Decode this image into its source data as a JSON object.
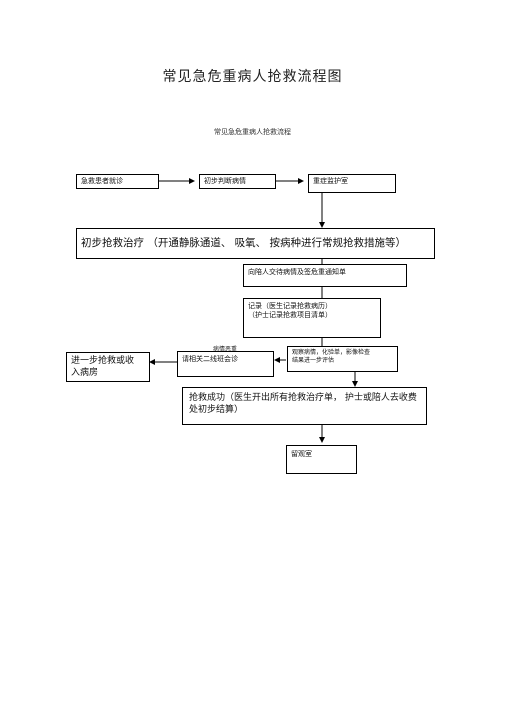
{
  "document": {
    "title": "常见急危重病人抢救流程图",
    "subtitle": "常见急危重病人抢救流程"
  },
  "nodes": {
    "patient_visit": "急救患者就诊",
    "initial_judge": "初步判断病情",
    "critical_room": "重症监护室",
    "initial_treatment": "初步抢救治疗 （开通静脉通道、 吸氧、 按病种进行常规抢救措施等）",
    "inform_family": "向陪人交待病情及签危重通知单",
    "record": "记录（医生记录抢救病历）\n（护士记录抢救项目清单）",
    "observe": "观察病情，化验单，影像检查结果进一步评估",
    "request_consult": "请相关二线班会诊",
    "admit": "进一步抢救或收入病房",
    "success": "抢救成功（医生开出所有抢救治疗单， 护士或陪人去收费处初步结算）",
    "observation_room": "留观室"
  },
  "labels": {
    "ineffective": "病情恶重"
  }
}
